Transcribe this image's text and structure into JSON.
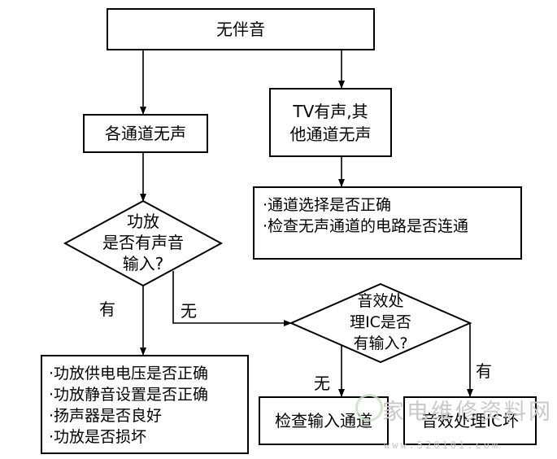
{
  "nodes": {
    "start": "无伴音",
    "all_channels": "各通道无声",
    "tv_sound_line1": "TV有声,其",
    "tv_sound_line2": "他通道无声",
    "check_list_right": [
      "通道选择是否正确",
      "检查无声通道的电路是否连通"
    ],
    "amp_decision_lines": [
      "功放",
      "是否有声音",
      "输入?"
    ],
    "ic_decision_lines": [
      "音效处",
      "理IC是否",
      "有输入?"
    ],
    "check_list_left": [
      "功放供电电压是否正确",
      "功放静音设置是否正确",
      "扬声器是否良好",
      "功放是否损坏"
    ],
    "check_input": "检查输入通道",
    "ic_broken": "音效处理IC坏"
  },
  "edge_labels": {
    "amp_yes": "有",
    "amp_no": "无",
    "ic_no": "无",
    "ic_yes": "有"
  },
  "watermark": {
    "text": "家电维修资料网",
    "url": "www.520101.com"
  }
}
